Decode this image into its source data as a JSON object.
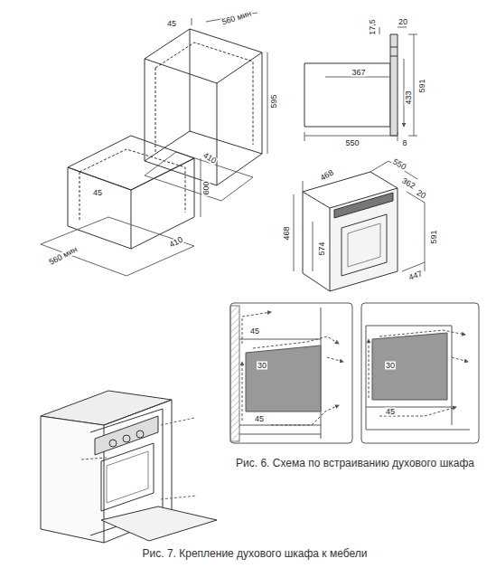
{
  "diagram": {
    "labels": [
      "45",
      "560 мин",
      "595",
      "410",
      "45",
      "600",
      "410",
      "560 мин",
      "17,5",
      "20",
      "367",
      "591",
      "433",
      "550",
      "8",
      "468",
      "550",
      "362",
      "20",
      "591",
      "447",
      "468",
      "574",
      "45",
      "30",
      "45",
      "30",
      "45",
      "Рис. 6. Схема по встраиванию духового шкафа",
      "Рис. 7. Крепление духового шкафа к мебели"
    ]
  }
}
